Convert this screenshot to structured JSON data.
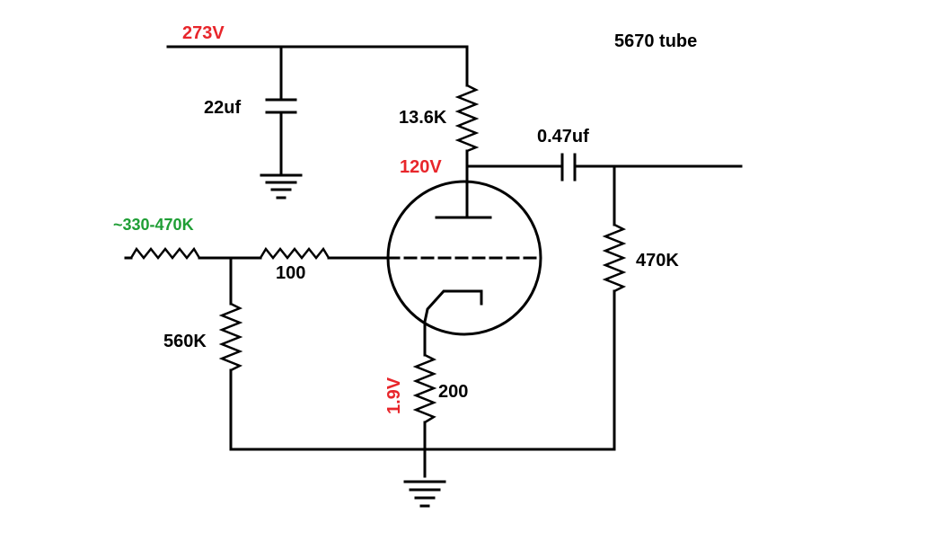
{
  "title": "5670 tube",
  "voltages": {
    "supply": "273V",
    "plate": "120V",
    "cathode": "1.9V"
  },
  "components": {
    "supply_cap": "22uf",
    "plate_resistor": "13.6K",
    "coupling_cap": "0.47uf",
    "output_resistor": "470K",
    "input_resistor": "~330-470K",
    "grid_stopper": "100",
    "grid_leak": "560K",
    "cathode_resistor": "200"
  },
  "colors": {
    "voltage": "#e8262b",
    "input_value": "#1f9e35",
    "line": "#000000"
  }
}
